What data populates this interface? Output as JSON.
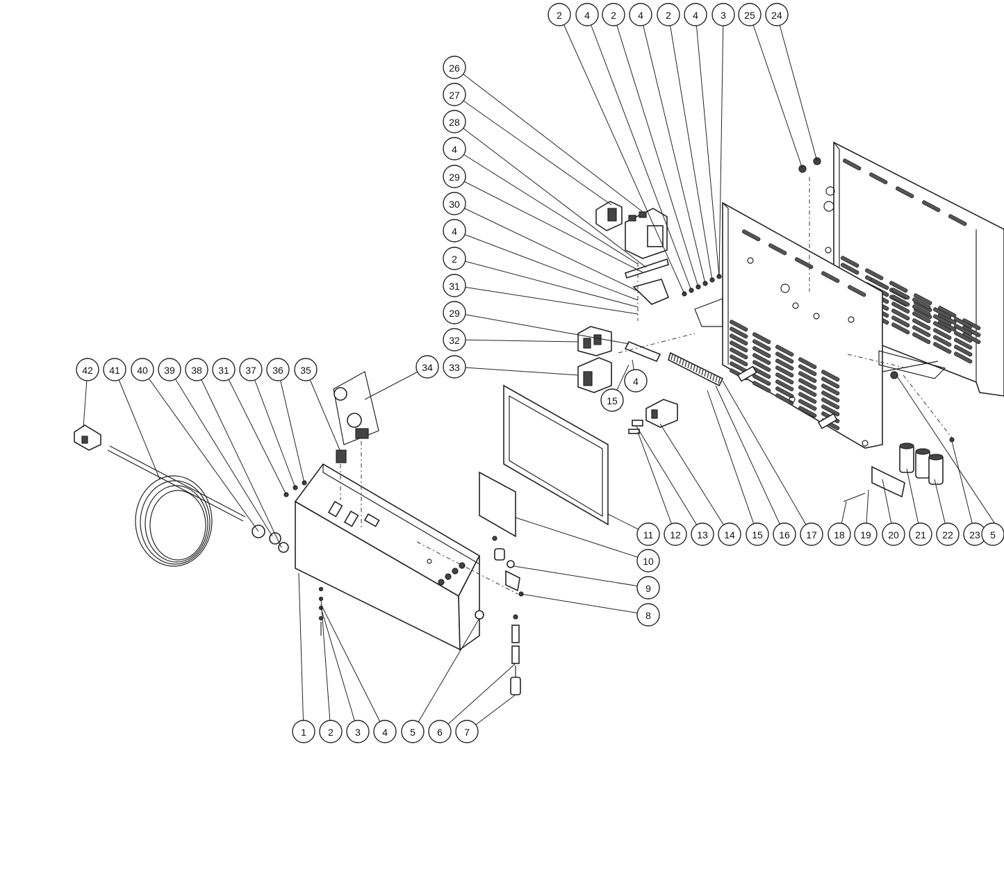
{
  "callouts": [
    {
      "key": "t2a",
      "label": "2"
    },
    {
      "key": "t4a",
      "label": "4"
    },
    {
      "key": "t2b",
      "label": "2"
    },
    {
      "key": "t4b",
      "label": "4"
    },
    {
      "key": "t2c",
      "label": "2"
    },
    {
      "key": "t4c",
      "label": "4"
    },
    {
      "key": "t3",
      "label": "3"
    },
    {
      "key": "t25",
      "label": "25"
    },
    {
      "key": "t24",
      "label": "24"
    },
    {
      "key": "c26",
      "label": "26"
    },
    {
      "key": "c27",
      "label": "27"
    },
    {
      "key": "c28",
      "label": "28"
    },
    {
      "key": "c4a",
      "label": "4"
    },
    {
      "key": "c29a",
      "label": "29"
    },
    {
      "key": "c30",
      "label": "30"
    },
    {
      "key": "c4b",
      "label": "4"
    },
    {
      "key": "c2",
      "label": "2"
    },
    {
      "key": "c31",
      "label": "31"
    },
    {
      "key": "c29b",
      "label": "29"
    },
    {
      "key": "c32",
      "label": "32"
    },
    {
      "key": "c33",
      "label": "33"
    },
    {
      "key": "m34",
      "label": "34"
    },
    {
      "key": "m4",
      "label": "4"
    },
    {
      "key": "m15",
      "label": "15"
    },
    {
      "key": "l42",
      "label": "42"
    },
    {
      "key": "l41",
      "label": "41"
    },
    {
      "key": "l40",
      "label": "40"
    },
    {
      "key": "l39",
      "label": "39"
    },
    {
      "key": "l38",
      "label": "38"
    },
    {
      "key": "l31",
      "label": "31"
    },
    {
      "key": "l37",
      "label": "37"
    },
    {
      "key": "l36",
      "label": "36"
    },
    {
      "key": "l35",
      "label": "35"
    },
    {
      "key": "r11",
      "label": "11"
    },
    {
      "key": "r12",
      "label": "12"
    },
    {
      "key": "r13",
      "label": "13"
    },
    {
      "key": "r14",
      "label": "14"
    },
    {
      "key": "r15",
      "label": "15"
    },
    {
      "key": "r16",
      "label": "16"
    },
    {
      "key": "r17",
      "label": "17"
    },
    {
      "key": "r18",
      "label": "18"
    },
    {
      "key": "r19",
      "label": "19"
    },
    {
      "key": "r20",
      "label": "20"
    },
    {
      "key": "r21",
      "label": "21"
    },
    {
      "key": "r22",
      "label": "22"
    },
    {
      "key": "r23",
      "label": "23"
    },
    {
      "key": "r5",
      "label": "5"
    },
    {
      "key": "s10",
      "label": "10"
    },
    {
      "key": "s9",
      "label": "9"
    },
    {
      "key": "s8",
      "label": "8"
    },
    {
      "key": "b1",
      "label": "1"
    },
    {
      "key": "b2",
      "label": "2"
    },
    {
      "key": "b3",
      "label": "3"
    },
    {
      "key": "b4",
      "label": "4"
    },
    {
      "key": "b5",
      "label": "5"
    },
    {
      "key": "b6",
      "label": "6"
    },
    {
      "key": "b7",
      "label": "7"
    }
  ]
}
